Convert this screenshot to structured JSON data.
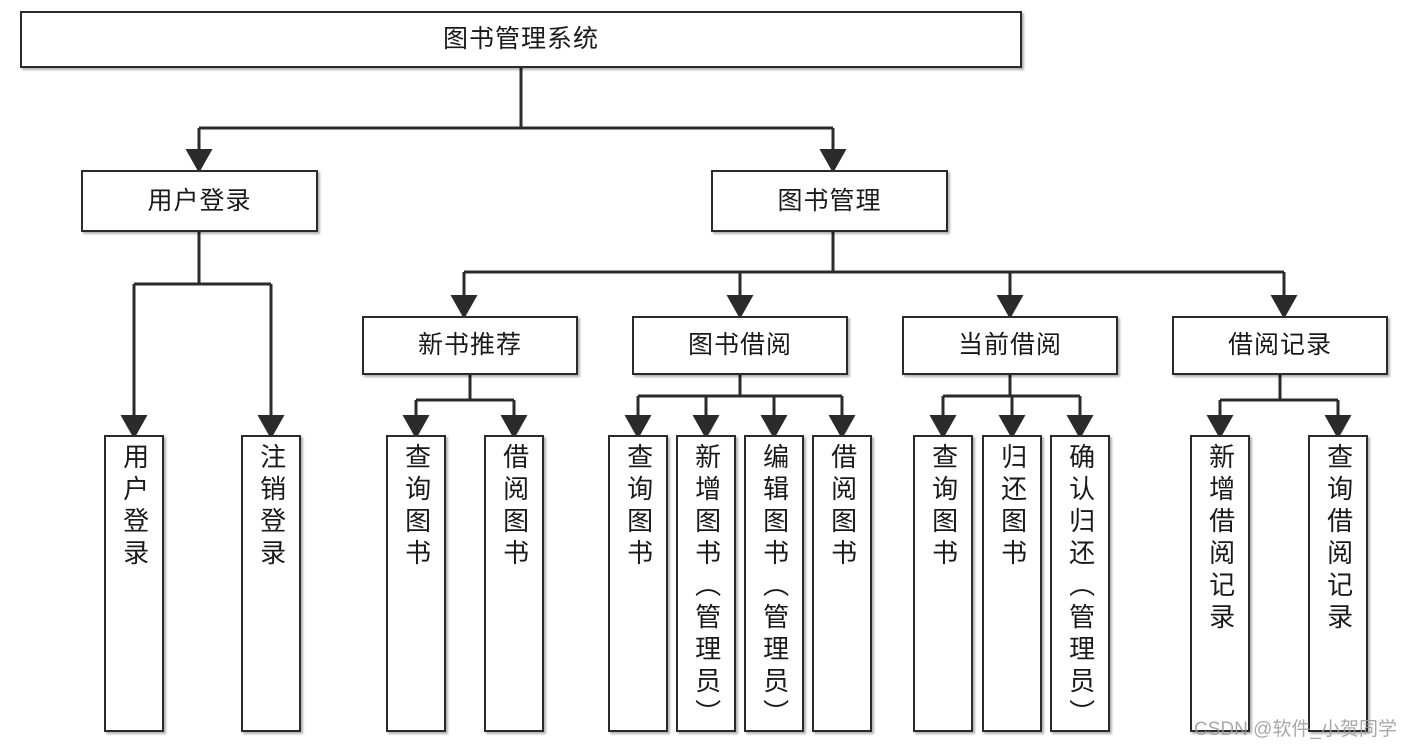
{
  "diagram": {
    "title": "图书管理系统",
    "type": "tree-hierarchy",
    "watermark": "CSDN @软件_小贺同学",
    "colors": {
      "box_border": "#2b2b2b",
      "box_fill": "#ffffff",
      "edge": "#2b2b2b",
      "text": "#1a1a1a",
      "watermark": "#9a9a9a"
    }
  },
  "nodes": {
    "root": {
      "label": "图书管理系统"
    },
    "level2": [
      {
        "id": "user-login",
        "label": "用户登录"
      },
      {
        "id": "book-management",
        "label": "图书管理"
      }
    ],
    "level3": [
      {
        "id": "new-book-recommend",
        "label": "新书推荐"
      },
      {
        "id": "book-borrow",
        "label": "图书借阅"
      },
      {
        "id": "current-borrow",
        "label": "当前借阅"
      },
      {
        "id": "borrow-record",
        "label": "借阅记录"
      }
    ],
    "leaves": {
      "user_login": [
        {
          "id": "leaf-user-login",
          "label": "用户登录"
        },
        {
          "id": "leaf-logout-login",
          "label": "注销登录"
        }
      ],
      "new_book_recommend": [
        {
          "id": "leaf-query-book-1",
          "label": "查询图书"
        },
        {
          "id": "leaf-borrow-book-1",
          "label": "借阅图书"
        }
      ],
      "book_borrow": [
        {
          "id": "leaf-query-book-2",
          "label": "查询图书"
        },
        {
          "id": "leaf-add-book",
          "label": "新增图书（管理员）"
        },
        {
          "id": "leaf-edit-book",
          "label": "编辑图书（管理员）"
        },
        {
          "id": "leaf-borrow-book-2",
          "label": "借阅图书"
        }
      ],
      "current_borrow": [
        {
          "id": "leaf-query-book-3",
          "label": "查询图书"
        },
        {
          "id": "leaf-return-book",
          "label": "归还图书"
        },
        {
          "id": "leaf-confirm-return",
          "label": "确认归还（管理员）"
        }
      ],
      "borrow_record": [
        {
          "id": "leaf-add-record",
          "label": "新增借阅记录"
        },
        {
          "id": "leaf-query-record",
          "label": "查询借阅记录"
        }
      ]
    }
  }
}
